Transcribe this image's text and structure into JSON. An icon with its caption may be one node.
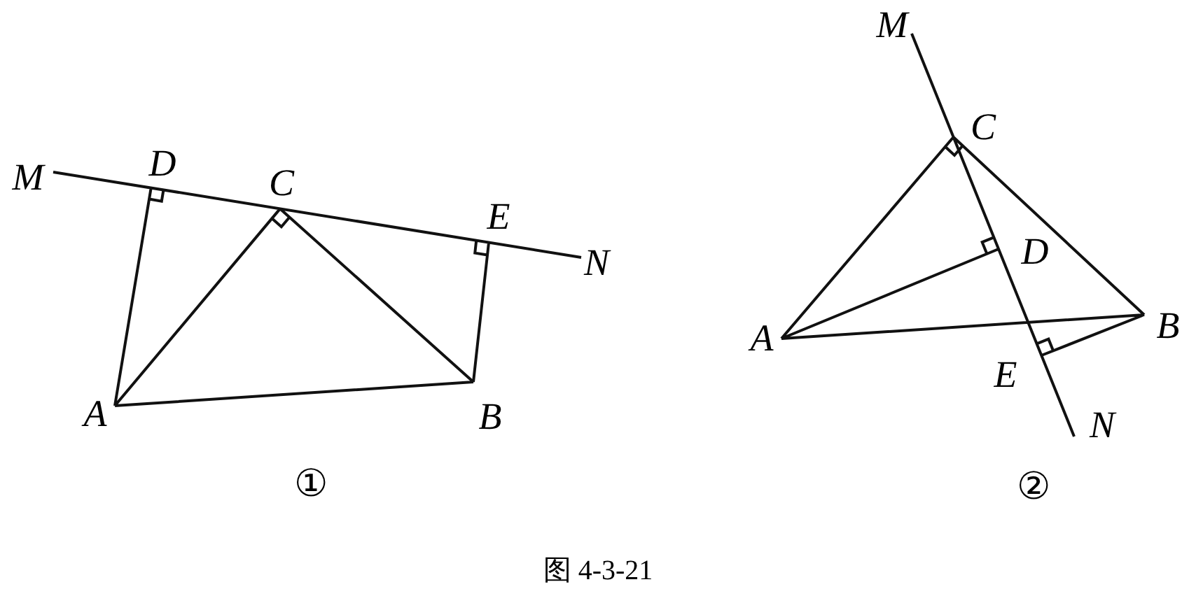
{
  "diagram": {
    "caption": "图 4-3-21",
    "labels": [
      "M",
      "D",
      "C",
      "E",
      "N",
      "A",
      "B",
      "①",
      "M",
      "C",
      "D",
      "A",
      "B",
      "E",
      "N",
      "②"
    ]
  }
}
